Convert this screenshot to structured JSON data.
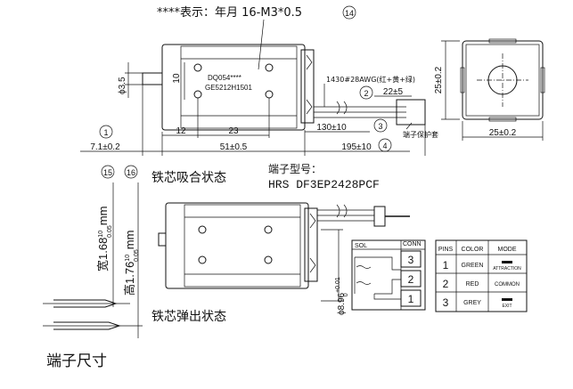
{
  "marking_note": "****表示：年月 16-M3*0.5",
  "balloons": [
    "14",
    "2",
    "3",
    "4",
    "1",
    "15",
    "16"
  ],
  "product_label": {
    "line1": "DQ054****",
    "line2": "GE5212H1501"
  },
  "wire_spec": "1430#28AWG(红+黄+绿)",
  "heat_shrink_note": "端子保护套",
  "dims": {
    "height_10": "10",
    "phi_3_5": "ϕ3.5",
    "dim_12": "12",
    "dim_23": "23",
    "dim_51": "51±0.5",
    "dim_7_1": "7.1±0.2",
    "dim_22": "22±5",
    "dim_130": "130±10",
    "dim_195": "195±10",
    "end_25_h": "25±0.2",
    "end_25_w": "25±0.2",
    "phi_8_96": "ϕ8.96",
    "phi_8_96_tol_up": "+0.01",
    "phi_8_96_tol_dn": "0",
    "width_label": "宽1.68",
    "width_tol_up": "10",
    "width_tol_dn": "0.05",
    "width_unit": "mm",
    "height_label": "高1.76",
    "height_tol_up": "10",
    "height_tol_dn": "0.05",
    "height_unit": "mm"
  },
  "state_attract": "铁芯吸合状态",
  "state_release": "铁芯弹出状态",
  "terminal_model_title": "端子型号：",
  "terminal_model": "HRS  DF3EP2428PCF",
  "terminal_size_title": "端子尺寸",
  "schematic": {
    "sol_label": "SOL",
    "conn_label": "CONN",
    "pins": [
      "3",
      "2",
      "1"
    ]
  },
  "pin_table": {
    "headers": [
      "PINS",
      "COLOR",
      "MODE"
    ],
    "rows": [
      {
        "pin": "1",
        "color": "GREEN",
        "mode": "ATTRACTION"
      },
      {
        "pin": "2",
        "color": "RED",
        "mode": "COMMON"
      },
      {
        "pin": "3",
        "color": "GREY",
        "mode": "EXIT"
      }
    ]
  }
}
